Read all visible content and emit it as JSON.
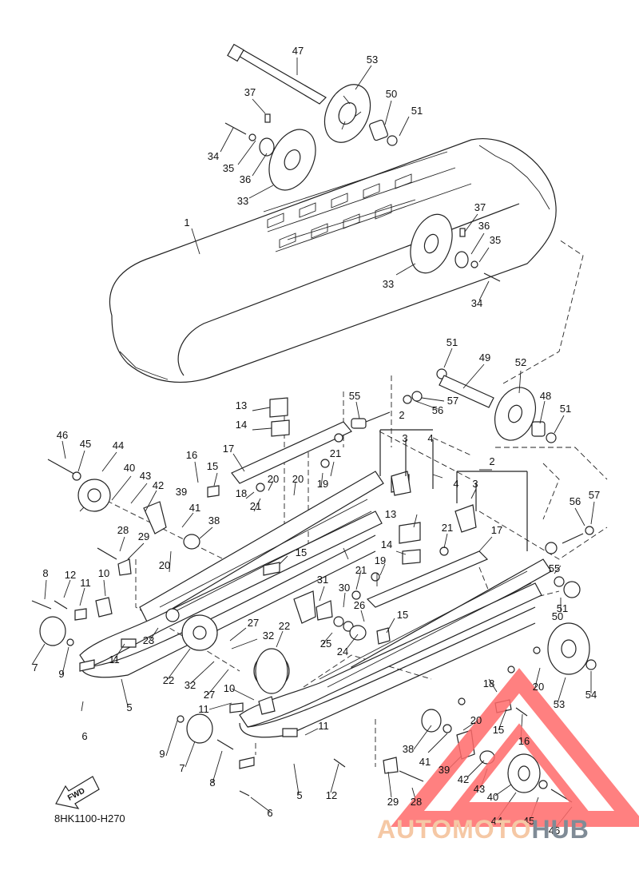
{
  "diagram": {
    "drawing_code": "8HK1100-H270",
    "fwd_label": "FWD",
    "watermark": {
      "part1": "AUTOMOTO",
      "part2": "HUB",
      "color1": "#f5c8a5",
      "color2": "#7f8b96",
      "triangle_color": "#ff6a6a"
    },
    "callouts": [
      {
        "id": "c47",
        "text": "47"
      },
      {
        "id": "c53a",
        "text": "53"
      },
      {
        "id": "c37a",
        "text": "37"
      },
      {
        "id": "c50a",
        "text": "50"
      },
      {
        "id": "c51a",
        "text": "51"
      },
      {
        "id": "c34a",
        "text": "34"
      },
      {
        "id": "c35a",
        "text": "35"
      },
      {
        "id": "c36a",
        "text": "36"
      },
      {
        "id": "c33a",
        "text": "33"
      },
      {
        "id": "c1",
        "text": "1"
      },
      {
        "id": "c37b",
        "text": "37"
      },
      {
        "id": "c36b",
        "text": "36"
      },
      {
        "id": "c35b",
        "text": "35"
      },
      {
        "id": "c33b",
        "text": "33"
      },
      {
        "id": "c34b",
        "text": "34"
      },
      {
        "id": "c51b",
        "text": "51"
      },
      {
        "id": "c49",
        "text": "49"
      },
      {
        "id": "c52",
        "text": "52"
      },
      {
        "id": "c57a",
        "text": "57"
      },
      {
        "id": "c56a",
        "text": "56"
      },
      {
        "id": "c48",
        "text": "48"
      },
      {
        "id": "c51c",
        "text": "51"
      },
      {
        "id": "c55a",
        "text": "55"
      },
      {
        "id": "c13a",
        "text": "13"
      },
      {
        "id": "c14a",
        "text": "14"
      },
      {
        "id": "c2a",
        "text": "2"
      },
      {
        "id": "c3a",
        "text": "3"
      },
      {
        "id": "c4a",
        "text": "4"
      },
      {
        "id": "c46a",
        "text": "46"
      },
      {
        "id": "c45a",
        "text": "45"
      },
      {
        "id": "c44a",
        "text": "44"
      },
      {
        "id": "c16a",
        "text": "16"
      },
      {
        "id": "c15a",
        "text": "15"
      },
      {
        "id": "c17a",
        "text": "17"
      },
      {
        "id": "c21a",
        "text": "21"
      },
      {
        "id": "c40a",
        "text": "40"
      },
      {
        "id": "c43a",
        "text": "43"
      },
      {
        "id": "c42a",
        "text": "42"
      },
      {
        "id": "c20a",
        "text": "20"
      },
      {
        "id": "c20b",
        "text": "20"
      },
      {
        "id": "c19a",
        "text": "19"
      },
      {
        "id": "c18a",
        "text": "18"
      },
      {
        "id": "c21b",
        "text": "21"
      },
      {
        "id": "c39a",
        "text": "39"
      },
      {
        "id": "c41a",
        "text": "41"
      },
      {
        "id": "c38a",
        "text": "38"
      },
      {
        "id": "c28a",
        "text": "28"
      },
      {
        "id": "c29a",
        "text": "29"
      },
      {
        "id": "c20c",
        "text": "20"
      },
      {
        "id": "c15b",
        "text": "15"
      },
      {
        "id": "c2b",
        "text": "2"
      },
      {
        "id": "c4b",
        "text": "4"
      },
      {
        "id": "c3b",
        "text": "3"
      },
      {
        "id": "c57b",
        "text": "57"
      },
      {
        "id": "c56b",
        "text": "56"
      },
      {
        "id": "c13b",
        "text": "13"
      },
      {
        "id": "c21c",
        "text": "21"
      },
      {
        "id": "c17b",
        "text": "17"
      },
      {
        "id": "c14b",
        "text": "14"
      },
      {
        "id": "c55b",
        "text": "55"
      },
      {
        "id": "c8a",
        "text": "8"
      },
      {
        "id": "c12a",
        "text": "12"
      },
      {
        "id": "c11a",
        "text": "11"
      },
      {
        "id": "c10a",
        "text": "10"
      },
      {
        "id": "c19b",
        "text": "19"
      },
      {
        "id": "c21d",
        "text": "21"
      },
      {
        "id": "c31",
        "text": "31"
      },
      {
        "id": "c30",
        "text": "30"
      },
      {
        "id": "c26",
        "text": "26"
      },
      {
        "id": "c15c",
        "text": "15"
      },
      {
        "id": "c51d",
        "text": "51"
      },
      {
        "id": "c50b",
        "text": "50"
      },
      {
        "id": "c7a",
        "text": "7"
      },
      {
        "id": "c9a",
        "text": "9"
      },
      {
        "id": "c23",
        "text": "23"
      },
      {
        "id": "c27a",
        "text": "27"
      },
      {
        "id": "c32a",
        "text": "32"
      },
      {
        "id": "c22a",
        "text": "22"
      },
      {
        "id": "c25",
        "text": "25"
      },
      {
        "id": "c24",
        "text": "24"
      },
      {
        "id": "c11b",
        "text": "11"
      },
      {
        "id": "c22b",
        "text": "22"
      },
      {
        "id": "c32b",
        "text": "32"
      },
      {
        "id": "c27b",
        "text": "27"
      },
      {
        "id": "c20d",
        "text": "20"
      },
      {
        "id": "c5a",
        "text": "5"
      },
      {
        "id": "c18b",
        "text": "18"
      },
      {
        "id": "c53b",
        "text": "53"
      },
      {
        "id": "c54",
        "text": "54"
      },
      {
        "id": "c10b",
        "text": "10"
      },
      {
        "id": "c6a",
        "text": "6"
      },
      {
        "id": "c11c",
        "text": "11"
      },
      {
        "id": "c11d",
        "text": "11"
      },
      {
        "id": "c20e",
        "text": "20"
      },
      {
        "id": "c15d",
        "text": "15"
      },
      {
        "id": "c16b",
        "text": "16"
      },
      {
        "id": "c9b",
        "text": "9"
      },
      {
        "id": "c7b",
        "text": "7"
      },
      {
        "id": "c8b",
        "text": "8"
      },
      {
        "id": "c38b",
        "text": "38"
      },
      {
        "id": "c41b",
        "text": "41"
      },
      {
        "id": "c39b",
        "text": "39"
      },
      {
        "id": "c42b",
        "text": "42"
      },
      {
        "id": "c43b",
        "text": "43"
      },
      {
        "id": "c40b",
        "text": "40"
      },
      {
        "id": "c29b",
        "text": "29"
      },
      {
        "id": "c28b",
        "text": "28"
      },
      {
        "id": "c12b",
        "text": "12"
      },
      {
        "id": "c5b",
        "text": "5"
      },
      {
        "id": "c6b",
        "text": "6"
      },
      {
        "id": "c44b",
        "text": "44"
      },
      {
        "id": "c45b",
        "text": "45"
      },
      {
        "id": "c46b",
        "text": "46"
      }
    ]
  }
}
